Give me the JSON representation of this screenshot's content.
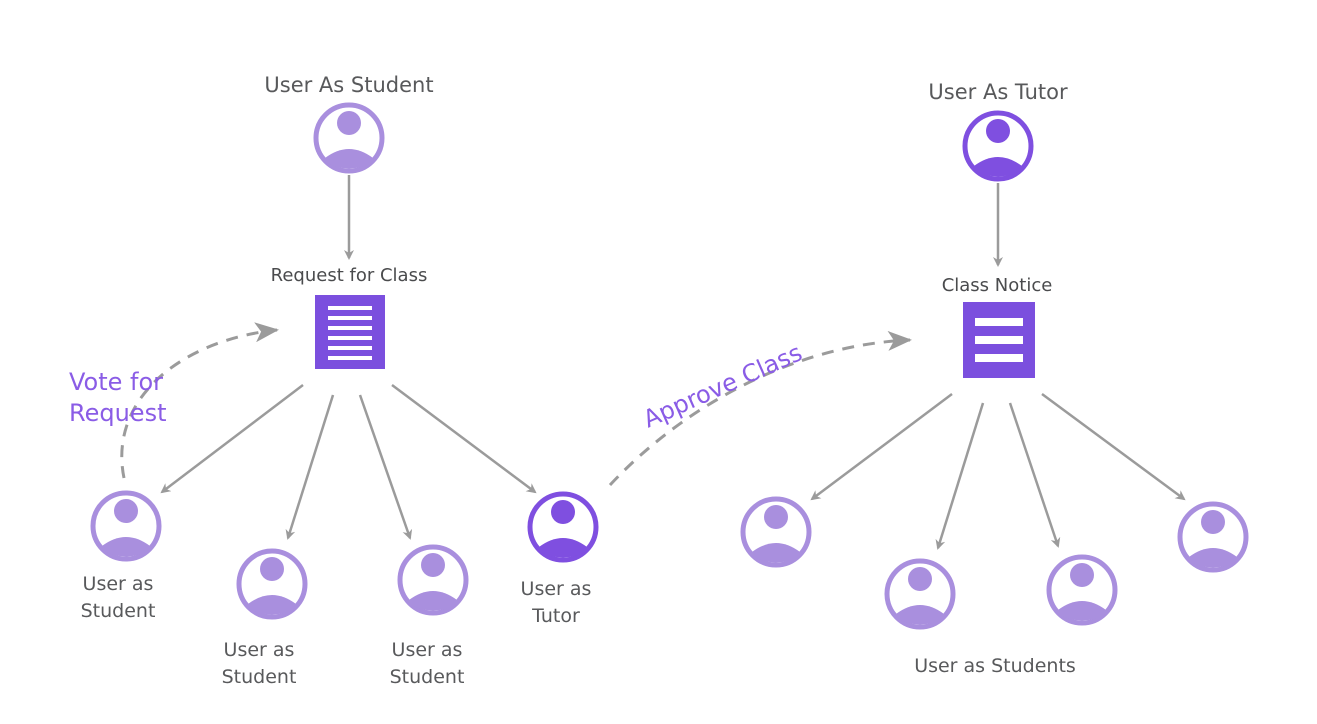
{
  "colors": {
    "student": "#a98fde",
    "tutor": "#7f4fe0",
    "document": "#7b4fde",
    "arrow": "#9b9b9b",
    "label": "#58595b",
    "action_label": "#8a5ce6",
    "background": "#ffffff"
  },
  "icons": {
    "user": "user-avatar-icon",
    "document": "document-icon"
  },
  "left_flow": {
    "top_user_label": "User As Student",
    "document_label": "Request for Class",
    "vote_label_line1": "Vote for",
    "vote_label_line2": "Request",
    "users": [
      {
        "line1": "User as",
        "line2": "Student"
      },
      {
        "line1": "User as",
        "line2": "Student"
      },
      {
        "line1": "User as",
        "line2": "Student"
      },
      {
        "line1": "User as",
        "line2": "Tutor"
      }
    ]
  },
  "transition_label": "Approve Class",
  "right_flow": {
    "top_user_label": "User As Tutor",
    "document_label": "Class Notice",
    "students_label": "User as Students"
  }
}
